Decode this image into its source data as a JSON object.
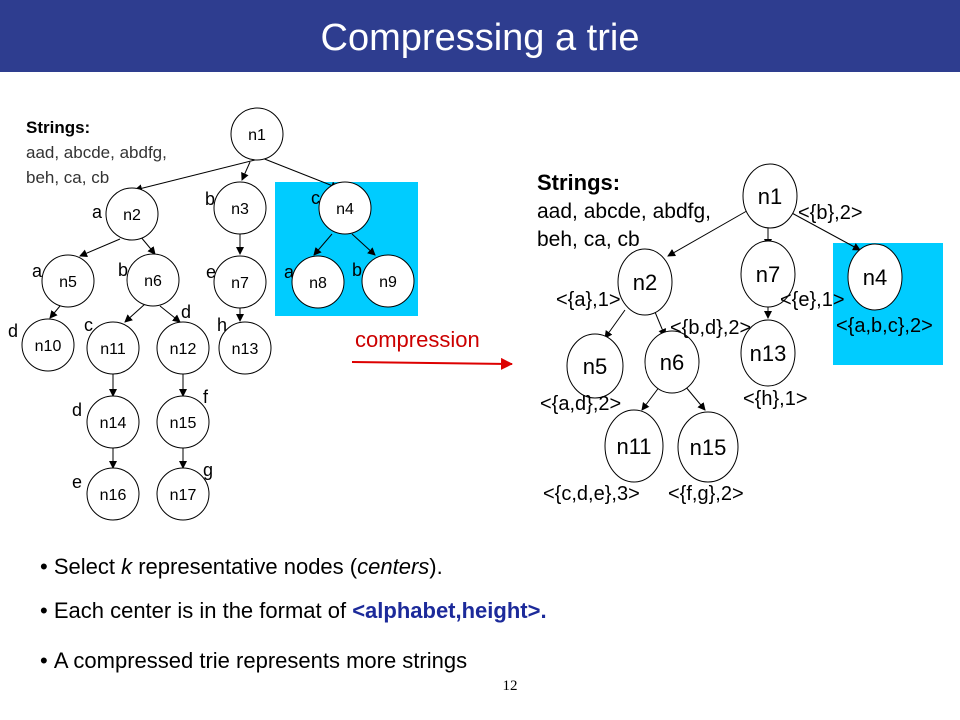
{
  "title": "Compressing a trie",
  "colors": {
    "title_bar": "#2e3d8f",
    "highlight": "#00ccff",
    "arrow": "#dd0000",
    "compression_text": "#cc0000",
    "bullet_highlight": "#1c2a9a"
  },
  "left_tree": {
    "strings_heading": "Strings:",
    "strings_line1": "aad, abcde, abdfg,",
    "strings_line2": "beh, ca, cb",
    "nodes": {
      "n1": "n1",
      "n2": "n2",
      "n3": "n3",
      "n4": "n4",
      "n5": "n5",
      "n6": "n6",
      "n7": "n7",
      "n8": "n8",
      "n9": "n9",
      "n10": "n10",
      "n11": "n11",
      "n12": "n12",
      "n13": "n13",
      "n14": "n14",
      "n15": "n15",
      "n16": "n16",
      "n17": "n17"
    },
    "edge_labels": {
      "n1_n2": "a",
      "n1_n3": "b",
      "n1_n4": "c",
      "n2_n5": "a",
      "n2_n6": "b",
      "n3_n7": "e",
      "n4_n8": "a",
      "n4_n9": "b",
      "n5_n10": "d",
      "n6_n11": "c",
      "n6_n12": "d",
      "n7_n13": "h",
      "n11_n14": "d",
      "n12_n15": "f",
      "n14_n16": "e",
      "n15_n17": "g"
    }
  },
  "compression_label": "compression",
  "right_tree": {
    "strings_heading": "Strings:",
    "strings_line1": "aad, abcde, abdfg,",
    "strings_line2": "beh, ca, cb",
    "nodes": {
      "n1": "n1",
      "n2": "n2",
      "n7": "n7",
      "n4": "n4",
      "n5": "n5",
      "n6": "n6",
      "n13": "n13",
      "n11": "n11",
      "n15": "n15"
    },
    "center_labels": {
      "n1": "<{b},2>",
      "n2": "<{a},1>",
      "n7": "<{e},1>",
      "n4": "<{a,b,c},2>",
      "n6": "<{b,d},2>",
      "n13": "<{h},1>",
      "n5": "<{a,d},2>",
      "n11": "<{c,d,e},3>",
      "n15": "<{f,g},2>"
    }
  },
  "bullets": {
    "b1_part1": "Select ",
    "b1_k": "k",
    "b1_part2": " representative nodes (",
    "b1_centers": "centers",
    "b1_part3": ").",
    "b2_part1": "Each center is in the format of ",
    "b2_highlight": "<alphabet,height>.",
    "b3": "A compressed trie represents more strings"
  },
  "page_number": "12"
}
